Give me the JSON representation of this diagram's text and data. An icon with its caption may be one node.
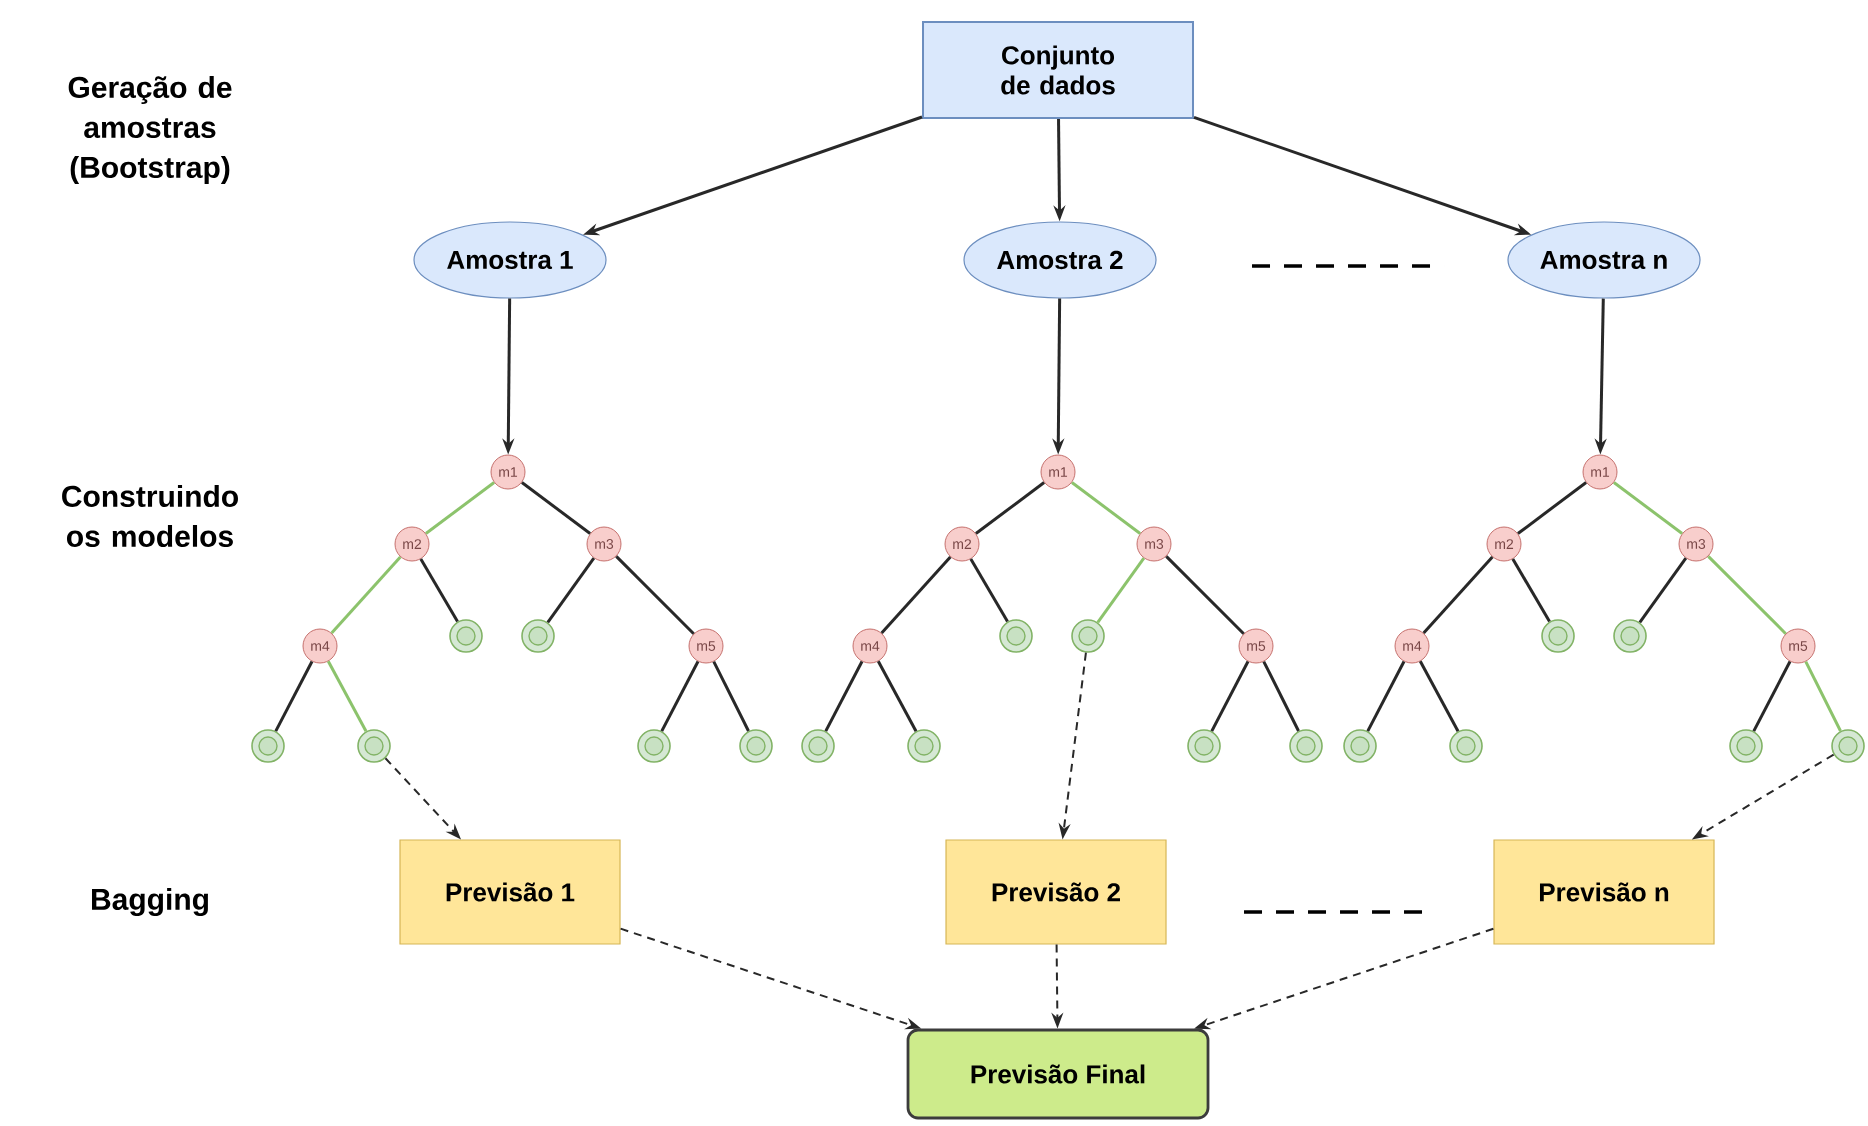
{
  "diagram": {
    "nodes": [
      {
        "text": [
          "Conjunto de dados"
        ]
      },
      {
        "text": [
          "Amostra 1"
        ]
      },
      {
        "text": [
          "Amostra 2"
        ]
      },
      {
        "text": [
          "Amostra n"
        ]
      },
      {
        "text": [
          "m1"
        ]
      },
      {
        "text": [
          "m2"
        ]
      },
      {
        "text": [
          "m3"
        ]
      },
      {
        "text": [
          "m4"
        ]
      },
      {
        "text": [],
        "shape": "circle"
      },
      {
        "text": [],
        "shape": "circle"
      },
      {
        "text": [
          "m5"
        ]
      },
      {
        "text": [],
        "shape": "circle"
      },
      {
        "text": [],
        "shape": "circle"
      },
      {
        "text": [],
        "shape": "circle"
      },
      {
        "text": [],
        "shape": "circle"
      },
      {
        "text": [
          "m1"
        ]
      },
      {
        "text": [
          "m2"
        ]
      },
      {
        "text": [
          "m3"
        ]
      },
      {
        "text": [
          "m4"
        ]
      },
      {
        "text": [],
        "shape": "circle"
      },
      {
        "text": [],
        "shape": "circle"
      },
      {
        "text": [
          "m5"
        ]
      },
      {
        "text": [],
        "shape": "circle"
      },
      {
        "text": [],
        "shape": "circle"
      },
      {
        "text": [],
        "shape": "circle"
      },
      {
        "text": [],
        "shape": "circle"
      },
      {
        "text": [
          "m1"
        ]
      },
      {
        "text": [
          "m2"
        ]
      },
      {
        "text": [
          "m3"
        ]
      },
      {
        "text": [
          "m4"
        ]
      },
      {
        "text": [],
        "shape": "circle"
      },
      {
        "text": [],
        "shape": "circle"
      },
      {
        "text": [
          "m5"
        ]
      },
      {
        "text": [],
        "shape": "circle"
      },
      {
        "text": [],
        "shape": "circle"
      },
      {
        "text": [],
        "shape": "circle"
      },
      {
        "text": [],
        "shape": "circle"
      },
      {
        "text": [
          "Previsão 1"
        ]
      },
      {
        "text": [
          "Previsão 2"
        ]
      },
      {
        "text": [
          "Previsão n"
        ]
      },
      {
        "text": [
          "Previsão Final"
        ]
      }
    ],
    "edges": [
      {
        "from": 0,
        "to": 1,
        "arrow": "to"
      },
      {
        "from": 0,
        "to": 2,
        "arrow": "to"
      },
      {
        "from": 0,
        "to": 3,
        "arrow": "to"
      },
      {
        "from": 1,
        "to": 4,
        "arrow": "to"
      },
      {
        "from": 2,
        "to": 15,
        "arrow": "to"
      },
      {
        "from": 3,
        "to": 26,
        "arrow": "to"
      },
      {
        "from": 4,
        "to": 5,
        "arrow": "none",
        "color": "#8cc36c"
      },
      {
        "from": 4,
        "to": 6,
        "arrow": "none"
      },
      {
        "from": 5,
        "to": 7,
        "arrow": "none",
        "color": "#8cc36c"
      },
      {
        "from": 5,
        "to": 8,
        "arrow": "none"
      },
      {
        "from": 6,
        "to": 9,
        "arrow": "none"
      },
      {
        "from": 6,
        "to": 10,
        "arrow": "none"
      },
      {
        "from": 7,
        "to": 11,
        "arrow": "none"
      },
      {
        "from": 7,
        "to": 12,
        "arrow": "none",
        "color": "#8cc36c"
      },
      {
        "from": 10,
        "to": 13,
        "arrow": "none"
      },
      {
        "from": 10,
        "to": 14,
        "arrow": "none"
      },
      {
        "from": 15,
        "to": 16,
        "arrow": "none"
      },
      {
        "from": 15,
        "to": 17,
        "arrow": "none",
        "color": "#8cc36c"
      },
      {
        "from": 16,
        "to": 18,
        "arrow": "none"
      },
      {
        "from": 16,
        "to": 19,
        "arrow": "none"
      },
      {
        "from": 17,
        "to": 20,
        "arrow": "none",
        "color": "#8cc36c"
      },
      {
        "from": 17,
        "to": 21,
        "arrow": "none"
      },
      {
        "from": 18,
        "to": 22,
        "arrow": "none"
      },
      {
        "from": 18,
        "to": 23,
        "arrow": "none"
      },
      {
        "from": 21,
        "to": 24,
        "arrow": "none"
      },
      {
        "from": 21,
        "to": 25,
        "arrow": "none"
      },
      {
        "from": 26,
        "to": 27,
        "arrow": "none"
      },
      {
        "from": 26,
        "to": 28,
        "arrow": "none",
        "color": "#8cc36c"
      },
      {
        "from": 27,
        "to": 29,
        "arrow": "none"
      },
      {
        "from": 27,
        "to": 30,
        "arrow": "none"
      },
      {
        "from": 28,
        "to": 31,
        "arrow": "none"
      },
      {
        "from": 28,
        "to": 32,
        "arrow": "none",
        "color": "#8cc36c"
      },
      {
        "from": 29,
        "to": 33,
        "arrow": "none"
      },
      {
        "from": 29,
        "to": 34,
        "arrow": "none"
      },
      {
        "from": 32,
        "to": 35,
        "arrow": "none"
      },
      {
        "from": 32,
        "to": 36,
        "arrow": "none",
        "color": "#8cc36c"
      },
      {
        "from": 12,
        "to": 37,
        "arrow": "to",
        "style": "dashed"
      },
      {
        "from": 20,
        "to": 38,
        "arrow": "to",
        "style": "dashed"
      },
      {
        "from": 36,
        "to": 39,
        "arrow": "to",
        "style": "dashed"
      },
      {
        "from": 37,
        "to": 40,
        "arrow": "to",
        "style": "dashed"
      },
      {
        "from": 38,
        "to": 40,
        "arrow": "to",
        "style": "dashed"
      },
      {
        "from": 39,
        "to": 40,
        "arrow": "to",
        "style": "dashed"
      }
    ],
    "labels": [
      "Geração de amostras (Bootstrap)",
      "Construindo os modelos",
      "Bagging"
    ]
  }
}
